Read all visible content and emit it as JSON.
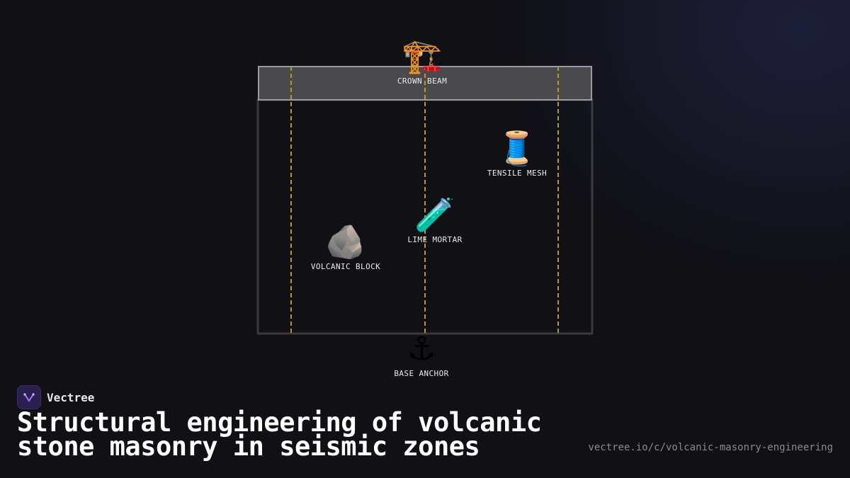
{
  "brand": {
    "name": "Vectree",
    "logo_icon": "vectree-logo-icon"
  },
  "title_lines": [
    "Structural engineering of volcanic",
    "stone masonry in seismic zones"
  ],
  "url": "vectree.io/c/volcanic-masonry-engineering",
  "diagram": {
    "colors": {
      "frame": "#3a3a40",
      "beam_fill": "#4a4a4c",
      "beam_stroke": "#9a9aa0",
      "column_dash": "#b59a2a"
    },
    "nodes": [
      {
        "id": "crown-beam",
        "icon": "🏗️",
        "icon_name": "crane-icon",
        "label": "CROWN BEAM"
      },
      {
        "id": "tensile-mesh",
        "icon": "🧵",
        "icon_name": "thread-spool-icon",
        "label": "TENSILE MESH"
      },
      {
        "id": "lime-mortar",
        "icon": "🧪",
        "icon_name": "test-tube-icon",
        "label": "LIME MORTAR"
      },
      {
        "id": "volcanic-block",
        "icon": "🪨",
        "icon_name": "rock-icon",
        "label": "VOLCANIC BLOCK"
      },
      {
        "id": "base-anchor",
        "icon": "⚓",
        "icon_name": "anchor-icon",
        "label": "BASE ANCHOR"
      }
    ]
  }
}
